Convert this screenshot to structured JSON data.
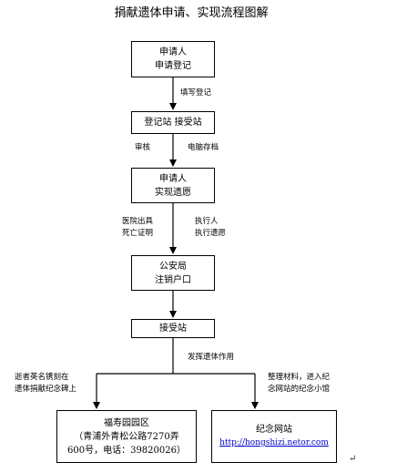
{
  "title": "捐献遗体申请、实现流程图解",
  "nodes": {
    "applicant_register": {
      "line1": "申请人",
      "line2": "申请登记"
    },
    "station": {
      "line1": "登记站 接受站"
    },
    "applicant_realize": {
      "line1": "申请人",
      "line2": "实现遗愿"
    },
    "police": {
      "line1": "公安局",
      "line2": "注销户口"
    },
    "receive_station": {
      "line1": "接受站"
    },
    "fushouyuan": {
      "line1": "福寿园园区",
      "line2": "（青浦外青松公路7270弄",
      "line3": "600号，电话：39820026）"
    },
    "memorial_site": {
      "line1": "纪念网站",
      "link": "http://hongshizi.netor.com"
    }
  },
  "labels": {
    "fill_register": "填写登记",
    "review": "审核",
    "computer_archive": "电脑存档",
    "hospital_line1": "医院出具",
    "hospital_line2": "死亡证明",
    "executor_line1": "执行人",
    "executor_line2": "执行遗愿",
    "play_role": "发挥遗体作用",
    "engrave_line1": "逝者英名镌刻在",
    "engrave_line2": "遗体捐献纪念碑上",
    "organize_line1": "整理材料，进入纪",
    "organize_line2": "念网站的纪念小馆"
  },
  "enter_mark": "↵"
}
